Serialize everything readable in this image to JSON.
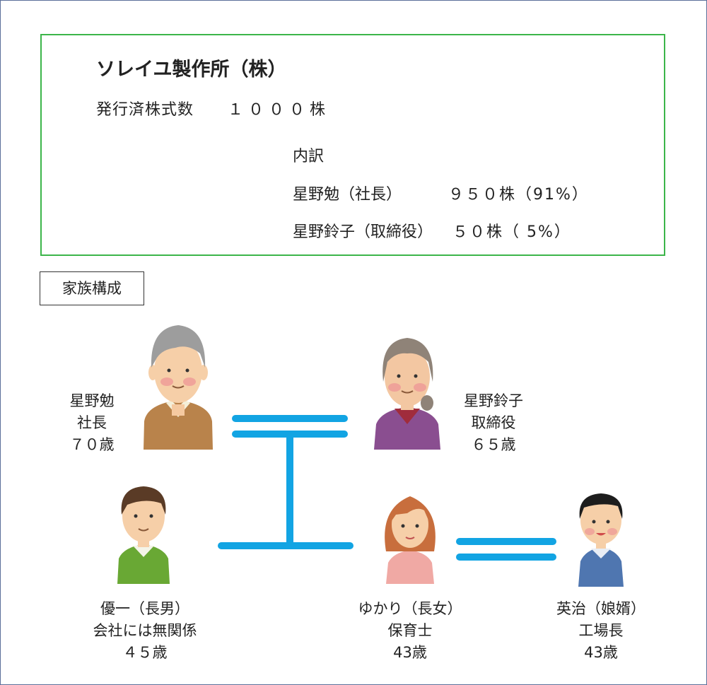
{
  "company": {
    "name": "ソレイユ製作所（株）",
    "issued_shares_label": "発行済株式数",
    "issued_shares_value": "１０００株",
    "breakdown_label": "内訳",
    "shareholders": [
      {
        "name": "星野勉（社長）",
        "shares": "９５０株（91%）"
      },
      {
        "name": "星野鈴子（取締役）",
        "shares": "５０株（ 5%）"
      }
    ]
  },
  "family": {
    "label": "家族構成",
    "members": [
      {
        "name": "星野勉",
        "role": "社長",
        "age": "７０歳"
      },
      {
        "name": "星野鈴子",
        "role": "取締役",
        "age": "６５歳"
      },
      {
        "name": "優一（長男）",
        "role": "会社には無関係",
        "age": "４５歳"
      },
      {
        "name": "ゆかり（長女）",
        "role": "保育士",
        "age": "43歳"
      },
      {
        "name": "英治（娘婿）",
        "role": "工場長",
        "age": "43歳"
      }
    ]
  },
  "colors": {
    "border_green": "#3cb54a",
    "link_blue": "#12a4e3"
  }
}
